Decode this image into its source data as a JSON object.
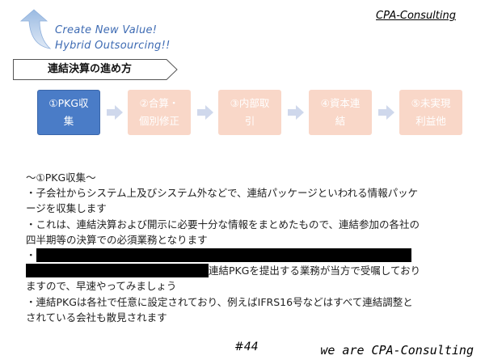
{
  "header": {
    "slogan_line1": "Create New Value!",
    "slogan_line2": "Hybrid Outsourcing!!",
    "brand": "CPA-Consulting"
  },
  "section": {
    "title": "連結決算の進め方"
  },
  "steps": [
    {
      "line1": "①PKG収",
      "line2": "集",
      "active": true
    },
    {
      "line1": "②合算・",
      "line2": "個別修正",
      "active": false
    },
    {
      "line1": "③内部取",
      "line2": "引",
      "active": false
    },
    {
      "line1": "④資本連",
      "line2": "結",
      "active": false
    },
    {
      "line1": "⑤未実現",
      "line2": "利益他",
      "active": false
    }
  ],
  "body": {
    "heading": "〜①PKG収集〜",
    "para1": "・子会社からシステム上及びシステム外などで、連結パッケージといわれる情報パッケージを収集します",
    "para2": "・これは、連結決算および開示に必要十分な情報をまとめたもので、連結参加の各社の四半期等の決算での必須業務となります",
    "para3_bullet": "・",
    "para3_visible": "連結PKGを提出する業務が当方で受嘱しておりますので、早速やってみましょう",
    "para4": "・連結PKGは各社で任意に設定されており、例えばIFRS16号などはすべて連結調整とされている会社も散見されます"
  },
  "footer": {
    "page": "#44",
    "tagline": "we are CPA-Consulting"
  },
  "colors": {
    "active_step": "#4a7cc7",
    "inactive_step": "#f9d7c8",
    "chevron": "#cfd8ec",
    "slogan": "#3e6bb3"
  }
}
